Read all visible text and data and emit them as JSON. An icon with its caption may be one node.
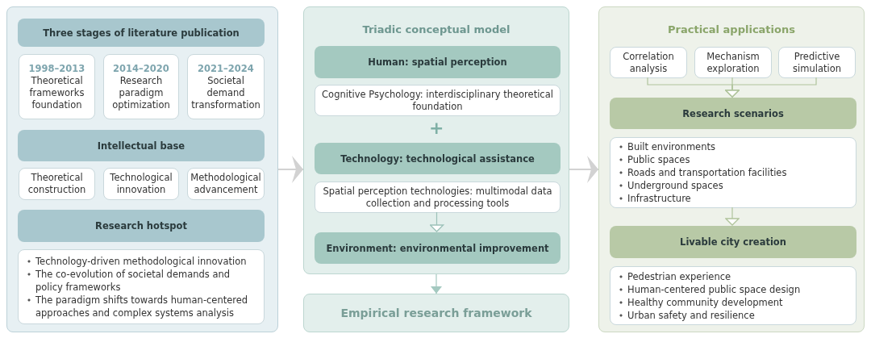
{
  "diagram": {
    "nodes": [
      {
        "text": [],
        "shape": "box"
      },
      {
        "text": [
          "Three stages of literature publication"
        ],
        "in": 0
      },
      {
        "text": [
          "1998–2013",
          "Theoretical frameworks foundation"
        ],
        "in": 0
      },
      {
        "text": [
          "2014–2020",
          "Research paradigm optimization"
        ],
        "in": 0
      },
      {
        "text": [
          "2021–2024",
          "Societal demand transformation"
        ],
        "in": 0
      },
      {
        "text": [
          "Intellectual base"
        ],
        "in": 0
      },
      {
        "text": [
          "Theoretical construction"
        ],
        "in": 0
      },
      {
        "text": [
          "Technological innovation"
        ],
        "in": 0
      },
      {
        "text": [
          "Methodological advancement"
        ],
        "in": 0
      },
      {
        "text": [
          "Research hotspot"
        ],
        "in": 0
      },
      {
        "text": [
          "Technology-driven methodological innovation",
          "The co-evolution of societal demands and policy frameworks",
          "The paradigm shifts towards human-centered approaches and complex systems analysis"
        ],
        "in": 0
      },
      {
        "text": [
          "Triadic conceptual model"
        ]
      },
      {
        "text": [
          "Human: spatial perception"
        ],
        "in": 11
      },
      {
        "text": [
          "Cognitive Psychology: interdisciplinary theoretical foundation"
        ],
        "in": 11
      },
      {
        "text": [
          "Technology: technological assistance"
        ],
        "in": 11
      },
      {
        "text": [
          "Spatial perception technologies: multimodal data collection and processing tools"
        ],
        "in": 11
      },
      {
        "text": [
          "Environment: environmental improvement"
        ],
        "in": 11
      },
      {
        "text": [
          "Empirical research framework"
        ]
      },
      {
        "text": [
          "Practical applications"
        ]
      },
      {
        "text": [
          "Correlation analysis"
        ],
        "in": 18
      },
      {
        "text": [
          "Mechanism exploration"
        ],
        "in": 18
      },
      {
        "text": [
          "Predictive simulation"
        ],
        "in": 18
      },
      {
        "text": [
          "Research scenarios"
        ],
        "in": 18
      },
      {
        "text": [
          "Built environments",
          "Public spaces",
          "Roads and transportation facilities",
          "Underground spaces",
          "Infrastructure"
        ],
        "in": 18
      },
      {
        "text": [
          "Livable city creation"
        ],
        "in": 18
      },
      {
        "text": [
          "Pedestrian experience",
          "Human-centered public space design",
          "Healthy community development",
          "Urban safety and resilience"
        ],
        "in": 18
      }
    ],
    "edges": [
      {
        "from": 0,
        "to": 11,
        "arrow": "to"
      },
      {
        "from": 11,
        "to": 18,
        "arrow": "to"
      },
      {
        "from": 15,
        "to": 16,
        "arrow": "to"
      },
      {
        "from": 11,
        "to": 17,
        "arrow": "to"
      },
      {
        "from": 19,
        "to": 22,
        "arrow": "to"
      },
      {
        "from": 20,
        "to": 22,
        "arrow": "to"
      },
      {
        "from": 21,
        "to": 22,
        "arrow": "to"
      },
      {
        "from": 23,
        "to": 24,
        "arrow": "to"
      }
    ],
    "labels": [
      "+"
    ]
  }
}
